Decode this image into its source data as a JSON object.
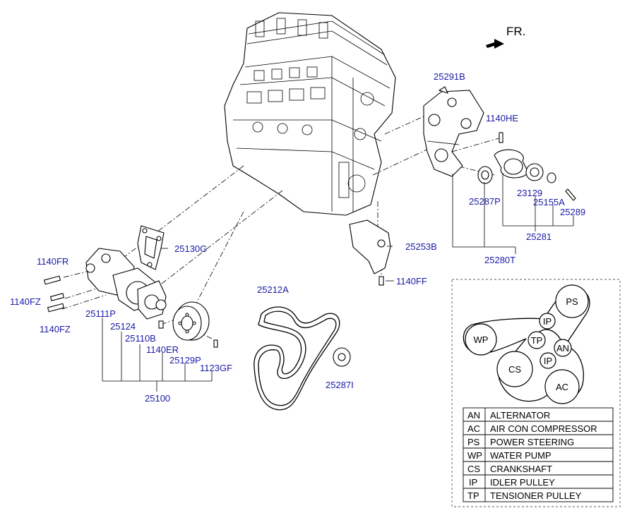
{
  "direction": {
    "label": "FR."
  },
  "parts": [
    {
      "id": "p-25291b",
      "label": "25291B"
    },
    {
      "id": "p-1140he",
      "label": "1140HE"
    },
    {
      "id": "p-23129",
      "label": "23129"
    },
    {
      "id": "p-25287p",
      "label": "25287P"
    },
    {
      "id": "p-25155a",
      "label": "25155A"
    },
    {
      "id": "p-25289",
      "label": "25289"
    },
    {
      "id": "p-25281",
      "label": "25281"
    },
    {
      "id": "p-25280t",
      "label": "25280T"
    },
    {
      "id": "p-25253b",
      "label": "25253B"
    },
    {
      "id": "p-1140ff",
      "label": "1140FF"
    },
    {
      "id": "p-25130g",
      "label": "25130G"
    },
    {
      "id": "p-1140fr",
      "label": "1140FR"
    },
    {
      "id": "p-1140fz-a",
      "label": "1140FZ"
    },
    {
      "id": "p-1140fz-b",
      "label": "1140FZ"
    },
    {
      "id": "p-25111p",
      "label": "25111P"
    },
    {
      "id": "p-25124",
      "label": "25124"
    },
    {
      "id": "p-25110b",
      "label": "25110B"
    },
    {
      "id": "p-1140er",
      "label": "1140ER"
    },
    {
      "id": "p-25129p",
      "label": "25129P"
    },
    {
      "id": "p-1123gf",
      "label": "1123GF"
    },
    {
      "id": "p-25100",
      "label": "25100"
    },
    {
      "id": "p-25212a",
      "label": "25212A"
    },
    {
      "id": "p-25287i",
      "label": "25287I"
    }
  ],
  "belt_routing": {
    "pulleys": [
      "PS",
      "IP",
      "WP",
      "TP",
      "AN",
      "IP",
      "CS",
      "AC"
    ]
  },
  "legend": [
    {
      "code": "AN",
      "name": "ALTERNATOR"
    },
    {
      "code": "AC",
      "name": "AIR CON COMPRESSOR"
    },
    {
      "code": "PS",
      "name": "POWER STEERING"
    },
    {
      "code": "WP",
      "name": "WATER PUMP"
    },
    {
      "code": "CS",
      "name": "CRANKSHAFT"
    },
    {
      "code": "IP",
      "name": "IDLER PULLEY"
    },
    {
      "code": "TP",
      "name": "TENSIONER PULLEY"
    }
  ]
}
